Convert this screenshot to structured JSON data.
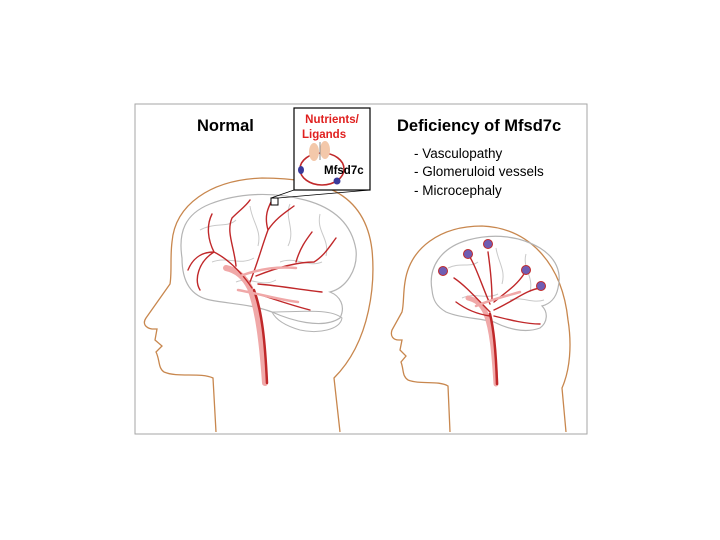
{
  "left_panel": {
    "title": "Normal",
    "inset": {
      "heading_line1": "Nutrients/",
      "heading_line2": "Ligands",
      "protein_label": "Mfsd7c"
    }
  },
  "right_panel": {
    "title": "Deficiency of Mfsd7c",
    "phenotypes": [
      "- Vasculopathy",
      "- Glomeruloid vessels",
      "- Microcephaly"
    ]
  },
  "colors": {
    "head_outline": "#c8874e",
    "brain_outline": "#b4b4b4",
    "vessel": "#c0282a",
    "vessel_light": "#f0a8a8",
    "label_red": "#e0201f",
    "glomerulus": "#6f5db3",
    "nutrient": "#f3c8aa",
    "frame": "#a6a6a6"
  }
}
